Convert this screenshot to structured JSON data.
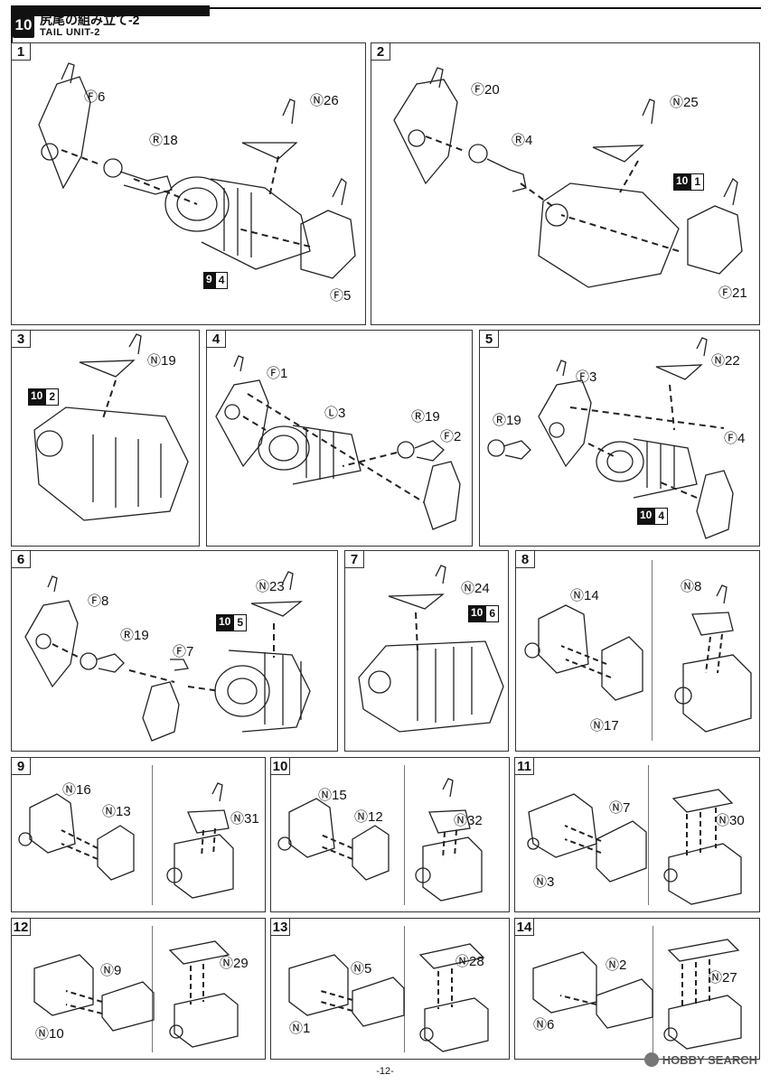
{
  "header": {
    "step_number": "10",
    "title_jp": "尻尾の組み立て-2",
    "title_en": "TAIL UNIT-2"
  },
  "panels": [
    {
      "num": "1",
      "labels": [
        "Ⓕ6",
        "Ⓡ18",
        "Ⓝ26",
        "Ⓕ5"
      ],
      "refs": [
        [
          "9",
          "4"
        ]
      ]
    },
    {
      "num": "2",
      "labels": [
        "Ⓕ20",
        "Ⓡ4",
        "Ⓝ25",
        "Ⓕ21"
      ],
      "refs": [
        [
          "10",
          "1"
        ]
      ]
    },
    {
      "num": "3",
      "labels": [
        "Ⓝ19"
      ],
      "refs": [
        [
          "10",
          "2"
        ]
      ]
    },
    {
      "num": "4",
      "labels": [
        "Ⓕ1",
        "Ⓛ3",
        "Ⓡ19",
        "Ⓕ2"
      ],
      "refs": []
    },
    {
      "num": "5",
      "labels": [
        "Ⓕ3",
        "Ⓝ22",
        "Ⓡ19",
        "Ⓕ4"
      ],
      "refs": [
        [
          "10",
          "4"
        ]
      ]
    },
    {
      "num": "6",
      "labels": [
        "Ⓕ8",
        "Ⓝ23",
        "Ⓡ19",
        "Ⓕ7"
      ],
      "refs": [
        [
          "10",
          "5"
        ]
      ]
    },
    {
      "num": "7",
      "labels": [
        "Ⓝ24"
      ],
      "refs": [
        [
          "10",
          "6"
        ]
      ]
    },
    {
      "num": "8",
      "labels": [
        "Ⓝ14",
        "Ⓝ8",
        "Ⓝ17"
      ],
      "refs": []
    },
    {
      "num": "9",
      "labels": [
        "Ⓝ16",
        "Ⓝ13",
        "Ⓝ31"
      ],
      "refs": []
    },
    {
      "num": "10",
      "labels": [
        "Ⓝ15",
        "Ⓝ12",
        "Ⓝ32"
      ],
      "refs": []
    },
    {
      "num": "11",
      "labels": [
        "Ⓝ7",
        "Ⓝ30",
        "Ⓝ3"
      ],
      "refs": []
    },
    {
      "num": "12",
      "labels": [
        "Ⓝ9",
        "Ⓝ29",
        "Ⓝ10"
      ],
      "refs": []
    },
    {
      "num": "13",
      "labels": [
        "Ⓝ5",
        "Ⓝ28",
        "Ⓝ1"
      ],
      "refs": []
    },
    {
      "num": "14",
      "labels": [
        "Ⓝ2",
        "Ⓝ27",
        "Ⓝ6"
      ],
      "refs": []
    }
  ],
  "footer": {
    "page": "-12-"
  },
  "watermark": {
    "text": "HOBBY SEARCH"
  }
}
